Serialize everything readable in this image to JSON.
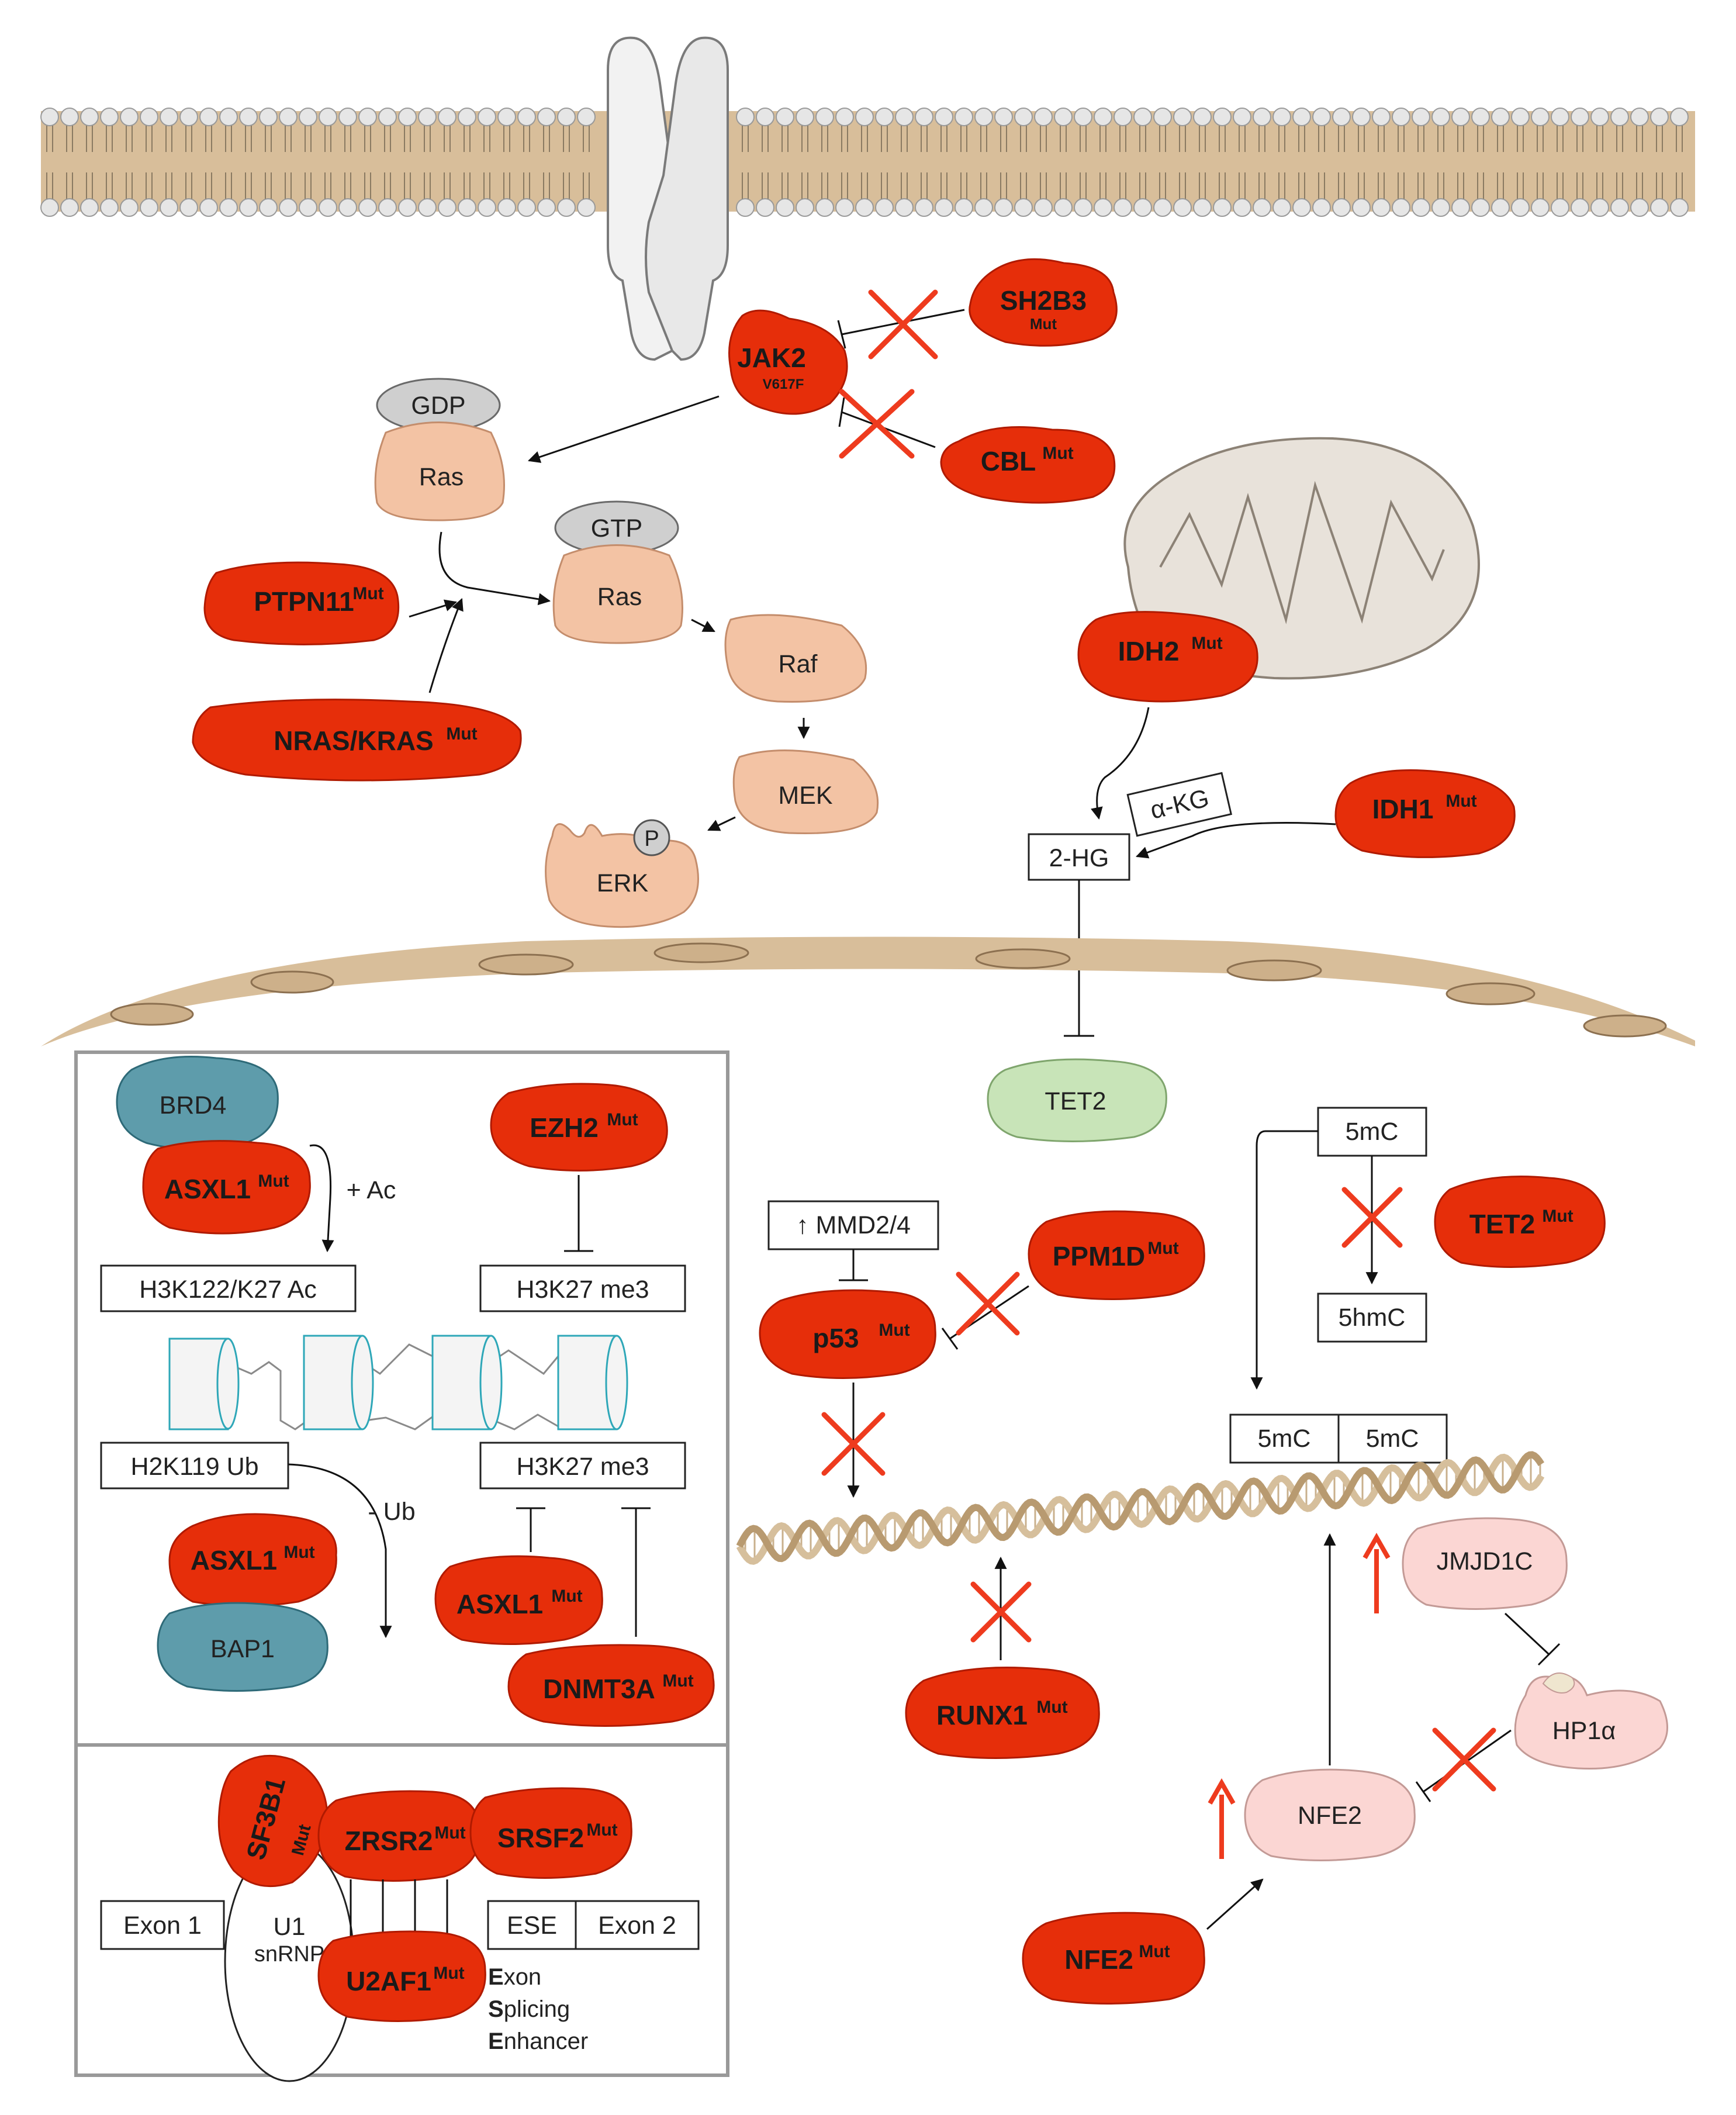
{
  "colors": {
    "mutant_red": "#e62e0a",
    "ras_peach": "#f3c3a4",
    "tet2_green": "#c8e4b8",
    "brd4_teal": "#5e9cab",
    "nfe2_pink": "#fbd6d3",
    "membrane": "#d8be9a",
    "inhibition_cross": "#ee3b1e"
  },
  "signaling": {
    "jak2": "JAK2",
    "jak2_variant": "V617F",
    "sh2b3": "SH2B3",
    "cbl": "CBL",
    "gdp": "GDP",
    "gtp": "GTP",
    "ras1": "Ras",
    "ras2": "Ras",
    "raf": "Raf",
    "mek": "MEK",
    "erk": "ERK",
    "p": "P",
    "ptpn11": "PTPN11",
    "nras_kras": "NRAS/KRAS"
  },
  "metabolism": {
    "idh2": "IDH2",
    "idh1": "IDH1",
    "akg": "α-KG",
    "two_hg": "2-HG",
    "tet2": "TET2"
  },
  "nucleus": {
    "five_mc_top": "5mC",
    "five_hmc": "5hmC",
    "tet2_mut": "TET2",
    "mmd": "↑ MMD2/4",
    "p53": "p53",
    "ppm1d": "PPM1D",
    "runx1": "RUNX1",
    "five_mc_left": "5mC",
    "five_mc_right": "5mC",
    "jmjd1c": "JMJD1C",
    "hp1a": "HP1α",
    "nfe2": "NFE2",
    "nfe2_mut": "NFE2"
  },
  "chromatin_panel": {
    "brd4": "BRD4",
    "asxl1_top": "ASXL1",
    "plus_ac": "+ Ac",
    "h3k122": "H3K122/K27 Ac",
    "ezh2": "EZH2",
    "h3k27_top": "H3K27 me3",
    "h2k119": "H2K119 Ub",
    "minus_ub": "- Ub",
    "h3k27_bottom": "H3K27 me3",
    "asxl1_mid": "ASXL1",
    "bap1": "BAP1",
    "asxl1_right": "ASXL1",
    "dnmt3a": "DNMT3A"
  },
  "splicing_panel": {
    "sf3b1": "SF3B1",
    "zrsr2": "ZRSR2",
    "srsf2": "SRSF2",
    "exon1": "Exon 1",
    "u1_line1": "U1",
    "u1_line2": "snRNP",
    "u2af1": "U2AF1",
    "ese": "ESE",
    "exon2": "Exon 2",
    "ese_line1_initial": "E",
    "ese_line1_rest": "xon",
    "ese_line2_initial": "S",
    "ese_line2_rest": "plicing",
    "ese_line3_initial": "E",
    "ese_line3_rest": "nhancer"
  },
  "superscript": {
    "mut": "Mut"
  }
}
